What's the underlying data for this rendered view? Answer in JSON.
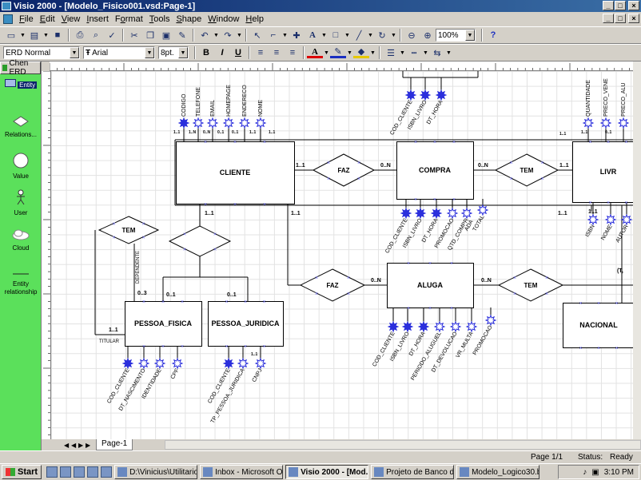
{
  "window": {
    "title": "Visio 2000 - [Modelo_Fisico001.vsd:Page-1]"
  },
  "menu": [
    {
      "label": "File",
      "key": "F",
      "rest": "ile"
    },
    {
      "label": "Edit",
      "key": "E",
      "rest": "dit"
    },
    {
      "label": "View",
      "key": "V",
      "rest": "iew"
    },
    {
      "label": "Insert",
      "key": "I",
      "rest": "nsert"
    },
    {
      "label": "Format",
      "key": "o",
      "pre": "F",
      "rest": "rmat"
    },
    {
      "label": "Tools",
      "key": "T",
      "rest": "ools"
    },
    {
      "label": "Shape",
      "key": "S",
      "rest": "hape"
    },
    {
      "label": "Window",
      "key": "W",
      "rest": "indow"
    },
    {
      "label": "Help",
      "key": "H",
      "rest": "elp"
    }
  ],
  "toolbar": {
    "zoom": "100%",
    "style": "ERD Normal",
    "font": "Arial",
    "font_size": "8pt.",
    "bold": "B",
    "italic": "I",
    "underline": "U",
    "text_tool": "A",
    "help": "?"
  },
  "stencil": {
    "title": "Chen ERD",
    "shapes": [
      {
        "label": "Entity",
        "icon": "entity-icon"
      },
      {
        "label": "Relations...",
        "icon": "relationship-icon"
      },
      {
        "label": "Value",
        "icon": "value-icon"
      },
      {
        "label": "User",
        "icon": "user-icon"
      },
      {
        "label": "Cloud",
        "icon": "cloud-icon"
      },
      {
        "label": "Entity relationship",
        "icon": "connector-icon"
      }
    ]
  },
  "diagram": {
    "entities": [
      {
        "id": "cliente",
        "label": "CLIENTE"
      },
      {
        "id": "compra",
        "label": "COMPRA"
      },
      {
        "id": "livro",
        "label": "LIVR"
      },
      {
        "id": "aluga",
        "label": "ALUGA"
      },
      {
        "id": "pf",
        "label": "PESSOA_FISICA"
      },
      {
        "id": "pj",
        "label": "PESSOA_JURIDICA"
      },
      {
        "id": "nacional",
        "label": "NACIONAL"
      }
    ],
    "relationships": [
      {
        "id": "faz1",
        "label": "FAZ"
      },
      {
        "id": "tem1",
        "label": "TEM"
      },
      {
        "id": "tem2",
        "label": "TEM"
      },
      {
        "id": "faz2",
        "label": "FAZ"
      },
      {
        "id": "tem3",
        "label": "TEM"
      },
      {
        "id": "gen",
        "label": ""
      }
    ],
    "cardinalities": [
      {
        "id": "c1",
        "text": "1..1"
      },
      {
        "id": "c2",
        "text": "0..N"
      },
      {
        "id": "c3",
        "text": "0..N"
      },
      {
        "id": "c4",
        "text": "1..1"
      },
      {
        "id": "c5",
        "text": "1..1"
      },
      {
        "id": "c6",
        "text": "1..1"
      },
      {
        "id": "c7",
        "text": "1..1"
      },
      {
        "id": "c8",
        "text": "0..N"
      },
      {
        "id": "c9",
        "text": "0..N"
      },
      {
        "id": "c10",
        "text": "1..1"
      },
      {
        "id": "c11",
        "text": "0..3"
      },
      {
        "id": "c12",
        "text": "0..1"
      },
      {
        "id": "c13",
        "text": "0..1"
      },
      {
        "id": "c14",
        "text": "1..1"
      },
      {
        "id": "c15",
        "text": "1..1"
      },
      {
        "id": "c16",
        "text": "1..1"
      },
      {
        "id": "c17",
        "text": "(T,"
      },
      {
        "id": "c18",
        "text": "1..N"
      },
      {
        "id": "c19",
        "text": "0..N"
      },
      {
        "id": "c20",
        "text": "0..1"
      },
      {
        "id": "c21",
        "text": "0..1"
      },
      {
        "id": "c22",
        "text": "1..1"
      },
      {
        "id": "c23",
        "text": "1..1"
      },
      {
        "id": "c24",
        "text": "0..1"
      },
      {
        "id": "c25",
        "text": "1..1"
      },
      {
        "id": "c26",
        "text": "1..1"
      }
    ],
    "role_labels": [
      {
        "id": "dependente",
        "text": "DEPENDENTE"
      },
      {
        "id": "titular",
        "text": "TITULAR"
      }
    ],
    "attributes": [
      {
        "id": "a1",
        "text": "CODIGO"
      },
      {
        "id": "a2",
        "text": "TELEFONE"
      },
      {
        "id": "a3",
        "text": "EMAIL"
      },
      {
        "id": "a4",
        "text": "HOMEPAGE"
      },
      {
        "id": "a5",
        "text": "ENDERECO"
      },
      {
        "id": "a6",
        "text": "NOME"
      },
      {
        "id": "a7",
        "text": "COD_CLIENTE"
      },
      {
        "id": "a8",
        "text": "ISBN_LIVRO"
      },
      {
        "id": "a9",
        "text": "DT_HORA"
      },
      {
        "id": "a10",
        "text": "QUANTIDADE"
      },
      {
        "id": "a11",
        "text": "PRECO_VENE"
      },
      {
        "id": "a12",
        "text": "PRECO_ALU"
      },
      {
        "id": "a13",
        "text": "COD_CLIENTE"
      },
      {
        "id": "a14",
        "text": "ISBN_LIVRO"
      },
      {
        "id": "a15",
        "text": "DT_HORA"
      },
      {
        "id": "a16",
        "text": "PROMOCAO"
      },
      {
        "id": "a17",
        "text": "QTD_COMPR"
      },
      {
        "id": "a18",
        "text": "ADA"
      },
      {
        "id": "a19",
        "text": "TOTAL"
      },
      {
        "id": "a20",
        "text": "ISBN"
      },
      {
        "id": "a21",
        "text": "NOME"
      },
      {
        "id": "a22",
        "text": "AUTOR"
      },
      {
        "id": "a23",
        "text": "COD_CLIENTE"
      },
      {
        "id": "a24",
        "text": "ISBN_LIVRO"
      },
      {
        "id": "a25",
        "text": "DT_HORA"
      },
      {
        "id": "a26",
        "text": "PERIODO_ALUGUEL"
      },
      {
        "id": "a27",
        "text": "DT_DEVOLUCAO"
      },
      {
        "id": "a28",
        "text": "VR_MULTA"
      },
      {
        "id": "a29",
        "text": "PROMOCAO"
      },
      {
        "id": "a30",
        "text": "COD_CLIENTE"
      },
      {
        "id": "a31",
        "text": "DT_NASCIMENTO"
      },
      {
        "id": "a32",
        "text": "IDENTIDADE"
      },
      {
        "id": "a33",
        "text": "CPF"
      },
      {
        "id": "a34",
        "text": "COD_CLIENTE"
      },
      {
        "id": "a35",
        "text": "TP_PESSOA_JURIDICA"
      },
      {
        "id": "a36",
        "text": "CNPJ"
      }
    ]
  },
  "page_tab": "Page-1",
  "status": {
    "page": "Page 1/1",
    "label": "Status:",
    "value": "Ready"
  },
  "taskbar": {
    "start": "Start",
    "items": [
      {
        "label": "D:\\Vinicius\\Utilitarios...",
        "active": false
      },
      {
        "label": "Inbox - Microsoft O...",
        "active": false
      },
      {
        "label": "Visio 2000 - [Mod...",
        "active": true
      },
      {
        "label": "Projeto de Banco de...",
        "active": false
      },
      {
        "label": "Modelo_Logico30.b...",
        "active": false
      }
    ],
    "clock": "3:10 PM"
  },
  "colors": {
    "stencil": "#5be05b",
    "titlebar": "#0a246a",
    "attribute": "#2b2fdc"
  }
}
